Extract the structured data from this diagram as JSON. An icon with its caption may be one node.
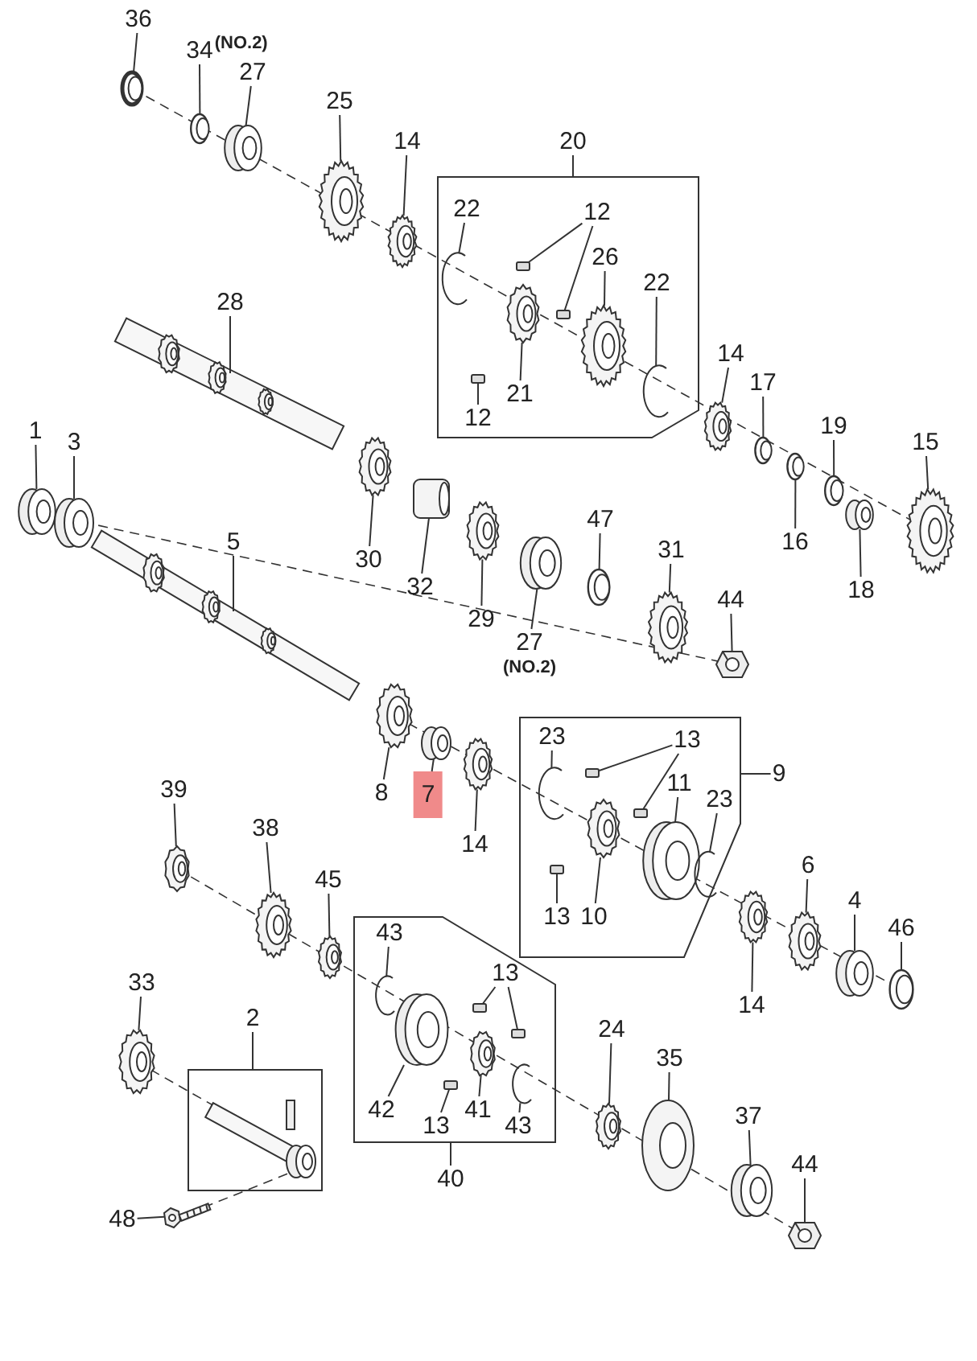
{
  "diagram": {
    "nodes": [
      {
        "text": [
          "36"
        ]
      },
      {
        "text": [
          "34"
        ],
        "beside": [
          "(NO.2)"
        ]
      },
      {
        "text": [
          "27"
        ]
      },
      {
        "text": [
          "25"
        ]
      },
      {
        "text": [
          "14"
        ]
      },
      {
        "text": [
          "20"
        ]
      },
      {
        "text": [
          "22"
        ],
        "in": 60
      },
      {
        "text": [
          "12"
        ],
        "in": 60
      },
      {
        "text": [
          "26"
        ],
        "in": 60
      },
      {
        "text": [
          "22"
        ],
        "in": 60
      },
      {
        "text": [
          "21"
        ],
        "in": 60
      },
      {
        "text": [
          "12"
        ],
        "in": 60
      },
      {
        "text": [
          "28"
        ]
      },
      {
        "text": [
          "14"
        ]
      },
      {
        "text": [
          "17"
        ]
      },
      {
        "text": [
          "19"
        ]
      },
      {
        "text": [
          "15"
        ]
      },
      {
        "text": [
          "1"
        ]
      },
      {
        "text": [
          "3"
        ]
      },
      {
        "text": [
          "5"
        ]
      },
      {
        "text": [
          "30"
        ]
      },
      {
        "text": [
          "32"
        ]
      },
      {
        "text": [
          "29"
        ]
      },
      {
        "text": [
          "47"
        ]
      },
      {
        "text": [
          "27"
        ],
        "beside": [
          "(NO.2)"
        ]
      },
      {
        "text": [
          "16"
        ]
      },
      {
        "text": [
          "31"
        ]
      },
      {
        "text": [
          "18"
        ]
      },
      {
        "text": [
          "44"
        ]
      },
      {
        "text": [
          "8"
        ]
      },
      {
        "text": [
          "7"
        ]
      },
      {
        "text": [
          "14"
        ]
      },
      {
        "text": [
          "23"
        ],
        "in": 61
      },
      {
        "text": [
          "13"
        ],
        "in": 61
      },
      {
        "text": [
          "9"
        ]
      },
      {
        "text": [
          "11"
        ],
        "in": 61
      },
      {
        "text": [
          "23"
        ],
        "in": 61
      },
      {
        "text": [
          "39"
        ]
      },
      {
        "text": [
          "38"
        ]
      },
      {
        "text": [
          "45"
        ]
      },
      {
        "text": [
          "13"
        ],
        "in": 61
      },
      {
        "text": [
          "10"
        ],
        "in": 61
      },
      {
        "text": [
          "6"
        ]
      },
      {
        "text": [
          "4"
        ]
      },
      {
        "text": [
          "46"
        ]
      },
      {
        "text": [
          "43"
        ],
        "in": 62
      },
      {
        "text": [
          "13"
        ],
        "in": 62
      },
      {
        "text": [
          "33"
        ]
      },
      {
        "text": [
          "2"
        ]
      },
      {
        "text": [
          "24"
        ]
      },
      {
        "text": [
          "35"
        ]
      },
      {
        "text": [
          "42"
        ],
        "in": 62
      },
      {
        "text": [
          "13"
        ],
        "in": 62
      },
      {
        "text": [
          "41"
        ],
        "in": 62
      },
      {
        "text": [
          "43"
        ],
        "in": 62
      },
      {
        "text": [
          "40"
        ]
      },
      {
        "text": [
          "37"
        ]
      },
      {
        "text": [
          "44"
        ]
      },
      {
        "text": [
          "48"
        ]
      },
      {
        "text": [
          "14"
        ]
      },
      {
        "text": [],
        "shape": "box"
      },
      {
        "text": [],
        "shape": "box"
      },
      {
        "text": [],
        "shape": "box"
      },
      {
        "text": [],
        "shape": "box"
      },
      {
        "text": [],
        "shape": "picture"
      },
      {
        "text": [],
        "shape": "picture"
      },
      {
        "text": [],
        "shape": "cylinder"
      },
      {
        "text": [],
        "shape": "picture"
      },
      {
        "text": [],
        "shape": "picture"
      },
      {
        "text": [],
        "shape": "picture",
        "in": 60
      },
      {
        "text": [],
        "shape": "box",
        "in": 60
      },
      {
        "text": [],
        "shape": "box",
        "in": 60
      },
      {
        "text": [],
        "shape": "picture",
        "in": 60
      },
      {
        "text": [],
        "shape": "picture",
        "in": 60
      },
      {
        "text": [],
        "shape": "picture",
        "in": 60
      },
      {
        "text": [],
        "shape": "box",
        "in": 60
      },
      {
        "text": [],
        "shape": "picture"
      },
      {
        "text": [],
        "shape": "picture"
      },
      {
        "text": [],
        "shape": "picture"
      },
      {
        "text": [],
        "shape": "picture"
      },
      {
        "text": [],
        "shape": "picture"
      },
      {
        "text": [],
        "shape": "cylinder"
      },
      {
        "text": [],
        "shape": "cylinder"
      },
      {
        "text": [],
        "shape": "picture"
      },
      {
        "text": [],
        "shape": "picture"
      },
      {
        "text": [],
        "shape": "picture"
      },
      {
        "text": [],
        "shape": "picture"
      },
      {
        "text": [],
        "shape": "picture"
      },
      {
        "text": [],
        "shape": "cylinder"
      },
      {
        "text": [],
        "shape": "picture"
      },
      {
        "text": [],
        "shape": "picture"
      },
      {
        "text": [],
        "shape": "cylinder"
      },
      {
        "text": [],
        "shape": "picture"
      },
      {
        "text": [],
        "shape": "picture"
      },
      {
        "text": [],
        "shape": "cylinder"
      },
      {
        "text": [],
        "shape": "picture"
      },
      {
        "text": [],
        "shape": "picture",
        "in": 61
      },
      {
        "text": [],
        "shape": "box",
        "in": 61
      },
      {
        "text": [],
        "shape": "box",
        "in": 61
      },
      {
        "text": [],
        "shape": "cylinder",
        "in": 61
      },
      {
        "text": [],
        "shape": "picture",
        "in": 61
      },
      {
        "text": [],
        "shape": "picture"
      },
      {
        "text": [],
        "shape": "picture"
      },
      {
        "text": [],
        "shape": "picture"
      },
      {
        "text": [],
        "shape": "box",
        "in": 61
      },
      {
        "text": [],
        "shape": "picture",
        "in": 61
      },
      {
        "text": [],
        "shape": "picture"
      },
      {
        "text": [],
        "shape": "cylinder"
      },
      {
        "text": [],
        "shape": "picture"
      },
      {
        "text": [],
        "shape": "picture",
        "in": 62
      },
      {
        "text": [],
        "shape": "box",
        "in": 62
      },
      {
        "text": [],
        "shape": "box",
        "in": 62
      },
      {
        "text": [],
        "shape": "picture"
      },
      {
        "text": [],
        "shape": "picture"
      },
      {
        "text": [],
        "shape": "picture"
      },
      {
        "text": [],
        "shape": "cylinder",
        "in": 62
      },
      {
        "text": [],
        "shape": "box",
        "in": 62
      },
      {
        "text": [],
        "shape": "picture",
        "in": 62
      },
      {
        "text": [],
        "shape": "picture",
        "in": 62
      },
      {
        "text": [],
        "shape": "cylinder"
      },
      {
        "text": [],
        "shape": "picture"
      },
      {
        "text": [],
        "shape": "picture"
      },
      {
        "text": [],
        "shape": "picture"
      }
    ],
    "edges": [
      {
        "from": 0,
        "to": 64,
        "arrow": "none"
      },
      {
        "from": 1,
        "to": 65,
        "arrow": "none"
      },
      {
        "from": 2,
        "to": 66,
        "arrow": "none"
      },
      {
        "from": 3,
        "to": 67,
        "arrow": "none"
      },
      {
        "from": 4,
        "to": 68,
        "arrow": "none"
      },
      {
        "from": 5,
        "to": 60,
        "arrow": "none"
      },
      {
        "from": 6,
        "to": 69,
        "arrow": "none"
      },
      {
        "from": 7,
        "to": 70,
        "arrow": "none"
      },
      {
        "from": 7,
        "to": 71,
        "arrow": "none"
      },
      {
        "from": 8,
        "to": 72,
        "arrow": "none"
      },
      {
        "from": 9,
        "to": 73,
        "arrow": "none"
      },
      {
        "from": 10,
        "to": 74,
        "arrow": "none"
      },
      {
        "from": 11,
        "to": 75,
        "arrow": "none"
      },
      {
        "from": 12,
        "to": 76,
        "arrow": "none"
      },
      {
        "from": 13,
        "to": 77,
        "arrow": "none"
      },
      {
        "from": 14,
        "to": 78,
        "arrow": "none"
      },
      {
        "from": 15,
        "to": 79,
        "arrow": "none"
      },
      {
        "from": 16,
        "to": 80,
        "arrow": "none"
      },
      {
        "from": 17,
        "to": 81,
        "arrow": "none"
      },
      {
        "from": 18,
        "to": 82,
        "arrow": "none"
      },
      {
        "from": 19,
        "to": 83,
        "arrow": "none"
      },
      {
        "from": 20,
        "to": 84,
        "arrow": "none"
      },
      {
        "from": 21,
        "to": 85,
        "arrow": "none"
      },
      {
        "from": 22,
        "to": 86,
        "arrow": "none"
      },
      {
        "from": 23,
        "to": 87,
        "arrow": "none"
      },
      {
        "from": 24,
        "to": 88,
        "arrow": "none"
      },
      {
        "from": 25,
        "to": 89,
        "arrow": "none"
      },
      {
        "from": 26,
        "to": 90,
        "arrow": "none"
      },
      {
        "from": 27,
        "to": 91,
        "arrow": "none"
      },
      {
        "from": 28,
        "to": 92,
        "arrow": "none"
      },
      {
        "from": 29,
        "to": 93,
        "arrow": "none"
      },
      {
        "from": 30,
        "to": 94,
        "arrow": "none"
      },
      {
        "from": 31,
        "to": 95,
        "arrow": "none"
      },
      {
        "from": 32,
        "to": 96,
        "arrow": "none"
      },
      {
        "from": 33,
        "to": 97,
        "arrow": "none"
      },
      {
        "from": 33,
        "to": 98,
        "arrow": "none"
      },
      {
        "from": 34,
        "to": 61,
        "arrow": "none"
      },
      {
        "from": 35,
        "to": 99,
        "arrow": "none"
      },
      {
        "from": 36,
        "to": 100,
        "arrow": "none"
      },
      {
        "from": 37,
        "to": 101,
        "arrow": "none"
      },
      {
        "from": 38,
        "to": 102,
        "arrow": "none"
      },
      {
        "from": 39,
        "to": 103,
        "arrow": "none"
      },
      {
        "from": 40,
        "to": 104,
        "arrow": "none"
      },
      {
        "from": 41,
        "to": 105,
        "arrow": "none"
      },
      {
        "from": 42,
        "to": 106,
        "arrow": "none"
      },
      {
        "from": 43,
        "to": 107,
        "arrow": "none"
      },
      {
        "from": 44,
        "to": 108,
        "arrow": "none"
      },
      {
        "from": 45,
        "to": 109,
        "arrow": "none"
      },
      {
        "from": 46,
        "to": 110,
        "arrow": "none"
      },
      {
        "from": 46,
        "to": 111,
        "arrow": "none"
      },
      {
        "from": 47,
        "to": 112,
        "arrow": "none"
      },
      {
        "from": 48,
        "to": 63,
        "arrow": "none"
      },
      {
        "from": 49,
        "to": 113,
        "arrow": "none"
      },
      {
        "from": 50,
        "to": 114,
        "arrow": "none"
      },
      {
        "from": 51,
        "to": 115,
        "arrow": "none"
      },
      {
        "from": 52,
        "to": 116,
        "arrow": "none"
      },
      {
        "from": 53,
        "to": 117,
        "arrow": "none"
      },
      {
        "from": 54,
        "to": 118,
        "arrow": "none"
      },
      {
        "from": 55,
        "to": 62,
        "arrow": "none"
      },
      {
        "from": 56,
        "to": 119,
        "arrow": "none"
      },
      {
        "from": 57,
        "to": 120,
        "arrow": "none"
      },
      {
        "from": 58,
        "to": 121,
        "arrow": "none"
      },
      {
        "from": 59,
        "to": 122,
        "arrow": "none"
      }
    ]
  }
}
